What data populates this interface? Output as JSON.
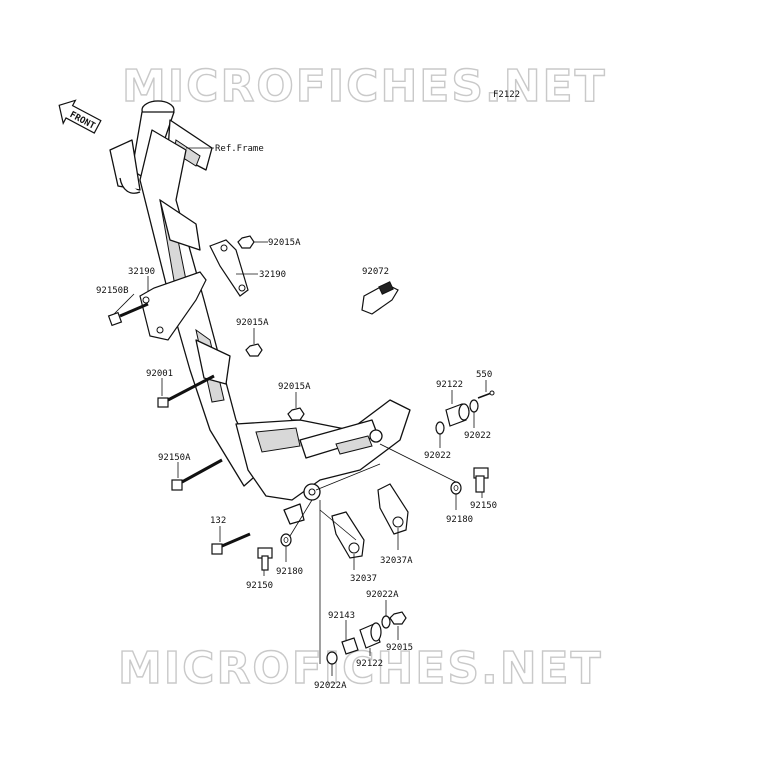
{
  "diagram_code": "F2122",
  "watermark": "MICROFICHES.NET",
  "front_label": "FRONT",
  "ref_frame_label": "Ref.Frame",
  "part_labels": [
    {
      "id": "p1",
      "text": "92015A"
    },
    {
      "id": "p2",
      "text": "32190"
    },
    {
      "id": "p3",
      "text": "32190"
    },
    {
      "id": "p4",
      "text": "92150B"
    },
    {
      "id": "p5",
      "text": "92072"
    },
    {
      "id": "p6",
      "text": "92015A"
    },
    {
      "id": "p7",
      "text": "92001"
    },
    {
      "id": "p8",
      "text": "92015A"
    },
    {
      "id": "p9",
      "text": "550"
    },
    {
      "id": "p10",
      "text": "92122"
    },
    {
      "id": "p11",
      "text": "92022"
    },
    {
      "id": "p12",
      "text": "92022"
    },
    {
      "id": "p13",
      "text": "92150A"
    },
    {
      "id": "p14",
      "text": "92150"
    },
    {
      "id": "p15",
      "text": "92180"
    },
    {
      "id": "p16",
      "text": "132"
    },
    {
      "id": "p17",
      "text": "32037A"
    },
    {
      "id": "p18",
      "text": "92180"
    },
    {
      "id": "p19",
      "text": "92150"
    },
    {
      "id": "p20",
      "text": "32037"
    },
    {
      "id": "p21",
      "text": "92022A"
    },
    {
      "id": "p22",
      "text": "92143"
    },
    {
      "id": "p23",
      "text": "92015"
    },
    {
      "id": "p24",
      "text": "92122"
    },
    {
      "id": "p25",
      "text": "92022A"
    }
  ]
}
